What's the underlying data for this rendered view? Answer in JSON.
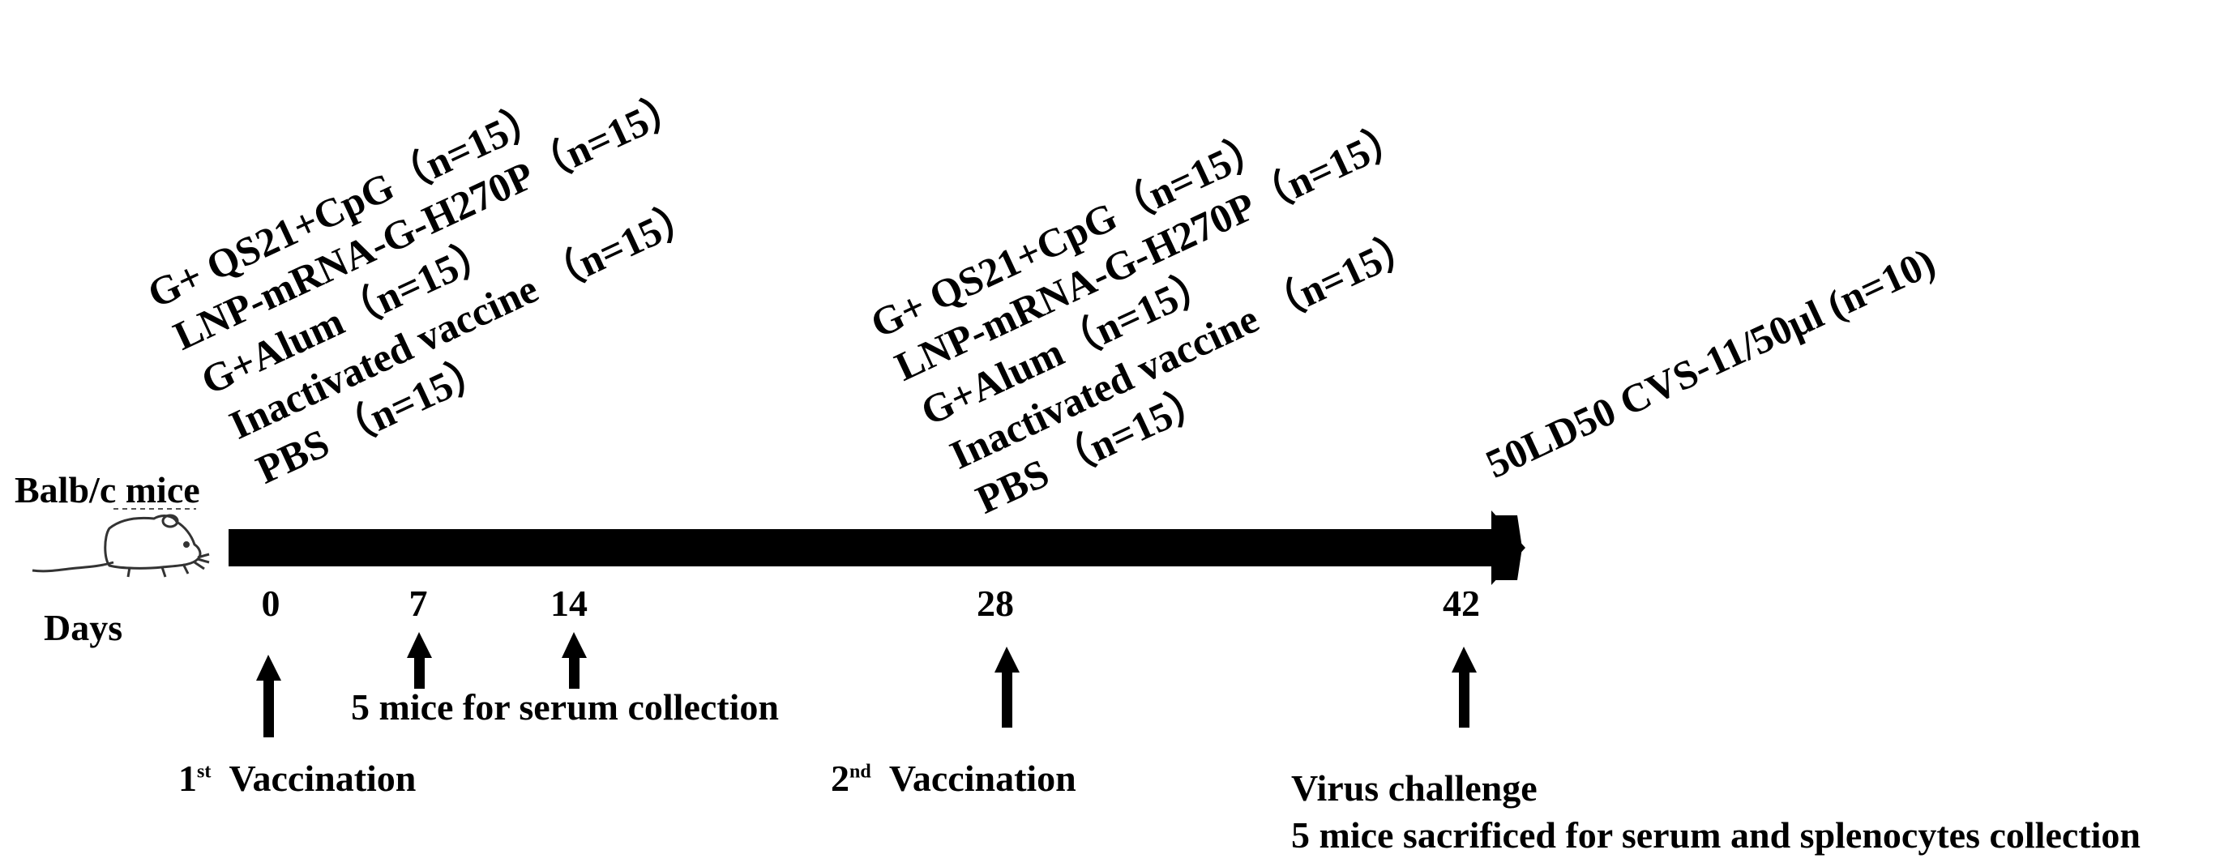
{
  "subject": {
    "title": "Balb/c mice",
    "axis_label": "Days",
    "icon": "mouse-icon"
  },
  "groups_first": [
    "G+ QS21+CpG（n=15）",
    "LNP-mRNA-G-H270P（n=15）",
    "G+Alum（n=15）",
    "Inactivated vaccine （n=15）",
    "PBS （n=15）"
  ],
  "groups_second": [
    "G+ QS21+CpG（n=15）",
    "LNP-mRNA-G-H270P（n=15）",
    "G+Alum（n=15）",
    "Inactivated vaccine （n=15）",
    "PBS （n=15）"
  ],
  "challenge_dose": "50LD50 CVS-11/50μl (n=10)",
  "days": [
    "0",
    "7",
    "14",
    "28",
    "42"
  ],
  "events": {
    "first_vaccination": {
      "num": "1",
      "sup": "st",
      "label": "Vaccination"
    },
    "serum_collection": "5 mice for serum collection",
    "second_vaccination": {
      "num": "2",
      "sup": "nd",
      "label": "Vaccination"
    },
    "virus_challenge": "Virus challenge",
    "sacrifice": "5 mice sacrificed for serum and splenocytes collection"
  }
}
